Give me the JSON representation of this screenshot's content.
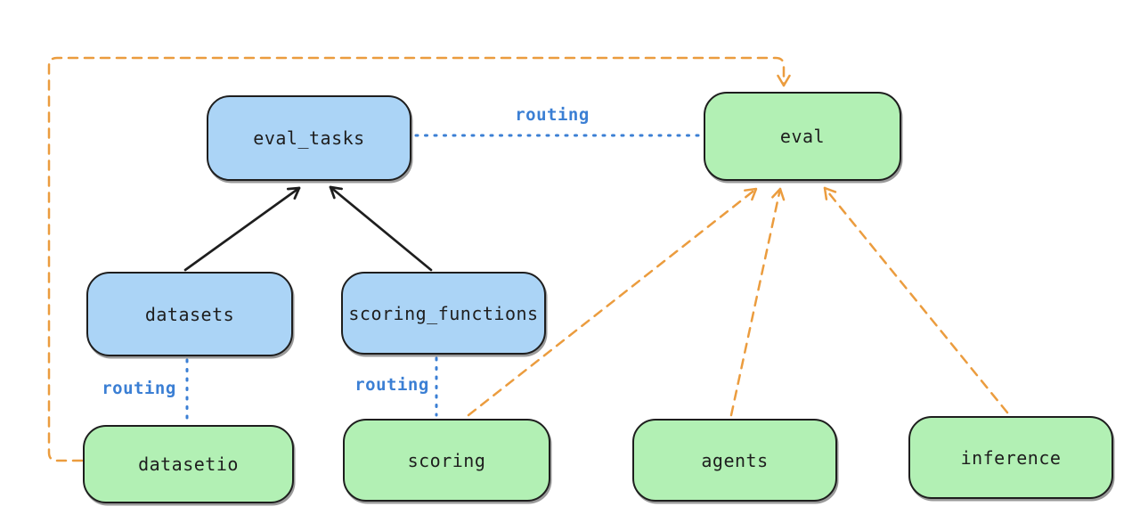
{
  "diagram": {
    "nodes": {
      "eval_tasks": {
        "label": "eval_tasks",
        "kind": "api"
      },
      "eval": {
        "label": "eval",
        "kind": "provider"
      },
      "datasets": {
        "label": "datasets",
        "kind": "api"
      },
      "scoring_functions": {
        "label": "scoring_functions",
        "kind": "api"
      },
      "datasetio": {
        "label": "datasetio",
        "kind": "provider"
      },
      "scoring": {
        "label": "scoring",
        "kind": "provider"
      },
      "agents": {
        "label": "agents",
        "kind": "provider"
      },
      "inference": {
        "label": "inference",
        "kind": "provider"
      }
    },
    "edge_labels": {
      "eval_tasks_to_eval": "routing",
      "datasets_to_datasetio": "routing",
      "scoring_functions_to_scoring": "routing"
    },
    "colors": {
      "stroke": "#1e1e1e",
      "blue_fill": "#abd4f6",
      "green_fill": "#b2f0b4",
      "routing_blue": "#3b7fd4",
      "orange": "#eb9c3e",
      "bg": "#ffffff"
    }
  }
}
